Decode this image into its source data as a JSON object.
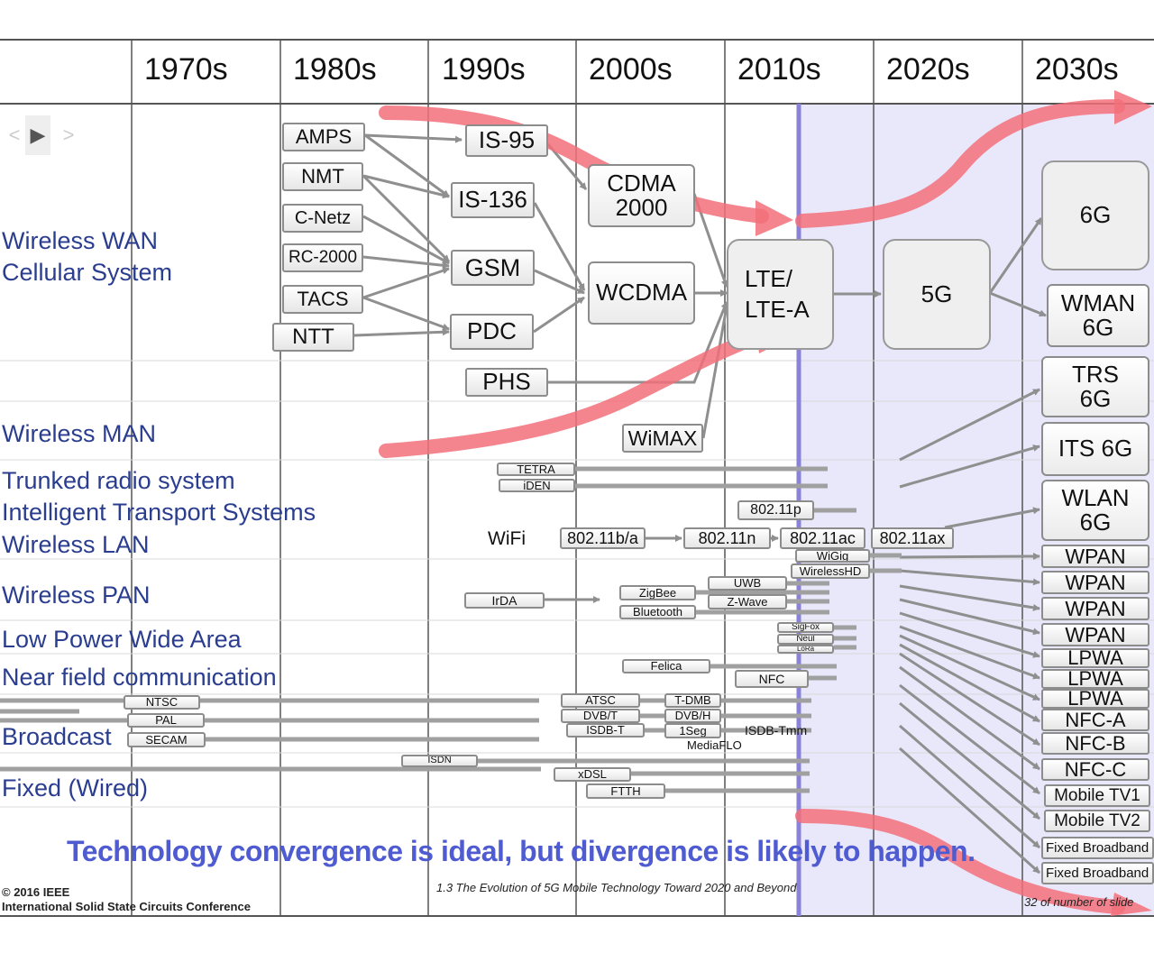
{
  "decades": [
    "1970s",
    "1980s",
    "1990s",
    "2000s",
    "2010s",
    "2020s",
    "2030s"
  ],
  "categories": {
    "wwan_1": "Wireless WAN",
    "wwan_2": "Cellular System",
    "wman": "Wireless MAN",
    "trunked": "Trunked radio system",
    "its": "Intelligent Transport Systems",
    "wlan": "Wireless LAN",
    "wpan": "Wireless PAN",
    "lpwa": "Low Power Wide Area",
    "nfc": "Near field communication",
    "broadcast": "Broadcast",
    "fixed": "Fixed (Wired)"
  },
  "cellular": {
    "amps": "AMPS",
    "nmt": "NMT",
    "cnetz": "C-Netz",
    "rc2000": "RC-2000",
    "tacs": "TACS",
    "ntt": "NTT",
    "is95": "IS-95",
    "is136": "IS-136",
    "gsm": "GSM",
    "pdc": "PDC",
    "phs": "PHS",
    "cdma_1": "CDMA",
    "cdma_2": "2000",
    "wcdma": "WCDMA",
    "wimax": "WiMAX",
    "lte_1": "LTE/",
    "lte_2": "LTE-A",
    "g5": "5G"
  },
  "future": {
    "g6": "6G",
    "wman_1": "WMAN",
    "wman_2": "6G",
    "trs_1": "TRS",
    "trs_2": "6G",
    "its6g": "ITS 6G",
    "wlan_1": "WLAN",
    "wlan_2": "6G",
    "wpan": [
      "WPAN",
      "WPAN",
      "WPAN",
      "WPAN"
    ],
    "lpwa": [
      "LPWA",
      "LPWA",
      "LPWA"
    ],
    "nfc": [
      "NFC-A",
      "NFC-B",
      "NFC-C"
    ],
    "tv": [
      "Mobile TV1",
      "Mobile TV2"
    ],
    "fixed": [
      "Fixed Broadband",
      "Fixed Broadband"
    ]
  },
  "other": {
    "tetra": "TETRA",
    "iden": "iDEN",
    "p80211p": "802.11p",
    "wifi": "WiFi",
    "p80211ba": "802.11b/a",
    "p80211n": "802.11n",
    "p80211ac": "802.11ac",
    "p80211ax": "802.11ax",
    "wigig": "WiGig",
    "wirelesshd": "WirelessHD",
    "irda": "IrDA",
    "uwb": "UWB",
    "zigbee": "ZigBee",
    "zwave": "Z-Wave",
    "bluetooth": "Bluetooth",
    "sigfox": "SigFox",
    "neul": "Neul",
    "lora": "LoRa",
    "felica": "Felica",
    "nfc": "NFC",
    "ntsc": "NTSC",
    "pal": "PAL",
    "secam": "SECAM",
    "atsc": "ATSC",
    "dvbt": "DVB/T",
    "isdbt": "ISDB-T",
    "tdmb": "T-DMB",
    "dvbh": "DVB/H",
    "oneseg": "1Seg",
    "isdbtmm": "ISDB-Tmm",
    "mediaflo": "MediaFLO",
    "isdn": "ISDN",
    "xdsl": "xDSL",
    "ftth": "FTTH"
  },
  "caption": "Technology convergence is ideal, but divergence is likely to happen.",
  "footer_center": "1.3 The Evolution of 5G Mobile Technology Toward 2020 and Beyond",
  "footer_right": "32 of number of slide",
  "copyright_1": "© 2016 IEEE",
  "copyright_2": "International Solid State Circuits Conference",
  "colors": {
    "category_text": "#2a3d8f",
    "caption": "#4e5bd1",
    "highlight_arrow": "#f2707a",
    "now_line": "#8a82d8",
    "future_shade": "#e9e8fb"
  }
}
